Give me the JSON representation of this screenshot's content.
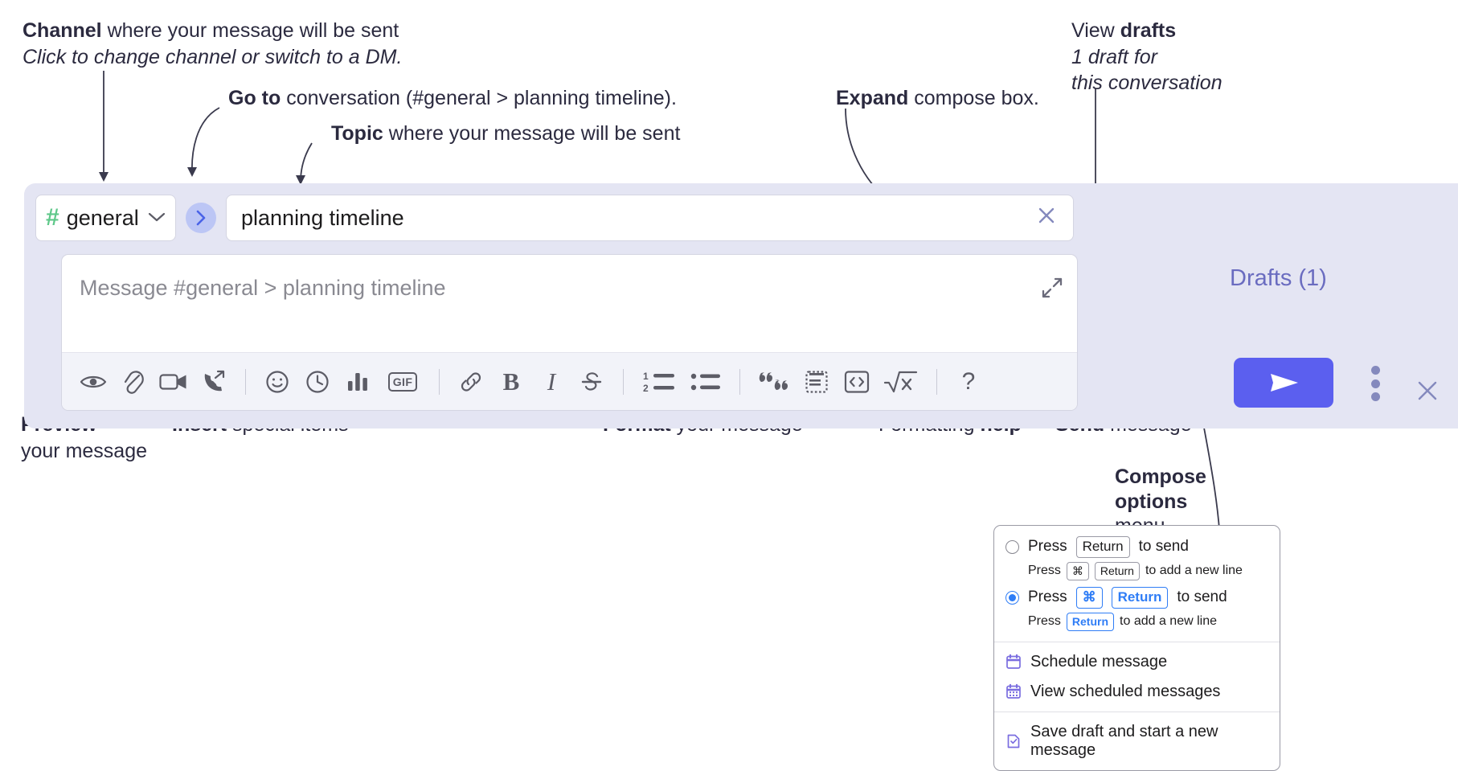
{
  "annotations": {
    "channel": {
      "bold": "Channel",
      "rest": " where your message will be sent",
      "italic": "Click to change channel or switch to a DM."
    },
    "goto": {
      "bold": "Go to",
      "rest": " conversation (#general > planning timeline)."
    },
    "topic": {
      "bold": "Topic",
      "rest": " where your message will be sent"
    },
    "expand": {
      "bold": "Expand",
      "rest": " compose box."
    },
    "drafts": {
      "bold_prefix": "View ",
      "bold": "drafts",
      "italic_line1": "1 draft for",
      "italic_line2": "this conversation"
    },
    "preview": {
      "bold": "Preview",
      "line2": "your message"
    },
    "insert": {
      "bold": "Insert",
      "rest": " special items"
    },
    "format": {
      "bold": "Format",
      "rest": " your message"
    },
    "help": {
      "prefix": "Formatting ",
      "bold": "help"
    },
    "send": {
      "bold": "Send",
      "rest": " message"
    },
    "compose_options": {
      "bold_line1": "Compose",
      "bold_line2": "options",
      "line3": "menu"
    }
  },
  "compose": {
    "channel": {
      "hash": "#",
      "name": "general",
      "chevron": "chevron-down"
    },
    "goto_button": "go-to-conversation",
    "topic": {
      "value": "planning timeline",
      "clear": "close-x"
    },
    "message": {
      "placeholder": "Message #general > planning timeline"
    },
    "drafts_label": "Drafts (1)",
    "panel_close": "close-x",
    "toolbar": [
      {
        "name": "preview-icon",
        "label": "Preview"
      },
      {
        "name": "attachment-icon",
        "label": "Attach file"
      },
      {
        "name": "video-camera-icon",
        "label": "Video clip"
      },
      {
        "name": "audio-clip-icon",
        "label": "Audio clip"
      },
      {
        "name": "separator",
        "label": ""
      },
      {
        "name": "emoji-icon",
        "label": "Emoji"
      },
      {
        "name": "clock-icon",
        "label": "Reminder"
      },
      {
        "name": "poll-icon",
        "label": "Poll"
      },
      {
        "name": "gif-icon",
        "label": "GIF"
      },
      {
        "name": "separator",
        "label": ""
      },
      {
        "name": "link-icon",
        "label": "Link"
      },
      {
        "name": "bold-icon",
        "label": "B"
      },
      {
        "name": "italic-icon",
        "label": "I"
      },
      {
        "name": "strikethrough-icon",
        "label": "Strikethrough"
      },
      {
        "name": "separator",
        "label": ""
      },
      {
        "name": "ordered-list-icon",
        "label": "Ordered list"
      },
      {
        "name": "bulleted-list-icon",
        "label": "Bulleted list"
      },
      {
        "name": "separator",
        "label": ""
      },
      {
        "name": "blockquote-icon",
        "label": "Blockquote"
      },
      {
        "name": "code-block-icon",
        "label": "Code block"
      },
      {
        "name": "code-icon",
        "label": "Code"
      },
      {
        "name": "math-icon",
        "label": "Math"
      },
      {
        "name": "separator",
        "label": ""
      },
      {
        "name": "help-icon",
        "label": "?"
      }
    ],
    "send_button": "send-icon",
    "kebab": "compose-options-icon"
  },
  "options_menu": {
    "radio_option_1": {
      "selected": false,
      "press": "Press",
      "key": "Return",
      "to_send": "to send",
      "sub_press": "Press",
      "sub_key1": "⌘",
      "sub_key2": "Return",
      "sub_tail": "to add a new line"
    },
    "radio_option_2": {
      "selected": true,
      "press": "Press",
      "key1": "⌘",
      "key2": "Return",
      "to_send": "to send",
      "sub_press": "Press",
      "sub_key": "Return",
      "sub_tail": "to add a new line"
    },
    "items": [
      {
        "icon": "calendar-icon",
        "label": "Schedule message"
      },
      {
        "icon": "calendar-grid-icon",
        "label": "View scheduled messages"
      },
      {
        "icon": "save-draft-icon",
        "label": "Save draft and start a new message"
      }
    ]
  },
  "colors": {
    "panel_bg": "#e4e5f3",
    "accent_send": "#5b5fef",
    "drafts_text": "#6a6cc0",
    "hash_green": "#5fc88a",
    "goto_blue": "#4a63e7",
    "key_blue": "#2f7df6",
    "menu_icon_purple": "#7b6ee0",
    "anno_text": "#2b2a3f"
  }
}
